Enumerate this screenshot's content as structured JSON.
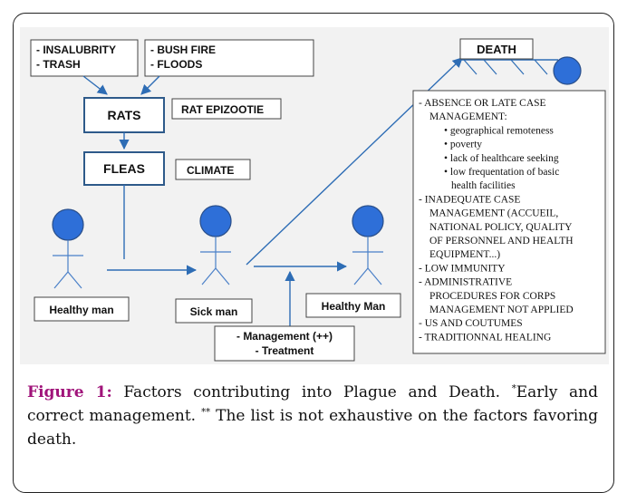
{
  "diagram": {
    "cause_left": [
      "- INSALUBRITY",
      "- TRASH"
    ],
    "cause_right": [
      "- BUSH FIRE",
      "- FLOODS"
    ],
    "rats": "RATS",
    "rat_epizootie": "RAT EPIZOOTIE",
    "fleas": "FLEAS",
    "climate": "CLIMATE",
    "death": "DEATH",
    "healthy_man_1": "Healthy man",
    "sick_man": "Sick man",
    "healthy_man_2": "Healthy Man",
    "management": [
      "- Management (++)",
      "- Treatment"
    ],
    "factors": [
      {
        "text": "- ABSENCE OR LATE CASE",
        "indent": 0
      },
      {
        "text": "MANAGEMENT:",
        "indent": 1
      },
      {
        "text": "• geographical remoteness",
        "indent": 2
      },
      {
        "text": "• poverty",
        "indent": 2
      },
      {
        "text": "• lack of healthcare seeking",
        "indent": 2
      },
      {
        "text": "• low frequentation of basic",
        "indent": 2
      },
      {
        "text": "health facilities",
        "indent": 3
      },
      {
        "text": "- INADEQUATE CASE",
        "indent": 0
      },
      {
        "text": "MANAGEMENT (ACCUEIL,",
        "indent": 1
      },
      {
        "text": "NATIONAL POLICY, QUALITY",
        "indent": 1
      },
      {
        "text": "OF PERSONNEL AND HEALTH",
        "indent": 1
      },
      {
        "text": "EQUIPMENT...)",
        "indent": 1
      },
      {
        "text": "- LOW IMMUNITY",
        "indent": 0
      },
      {
        "text": "- ADMINISTRATIVE",
        "indent": 0
      },
      {
        "text": "PROCEDURES FOR CORPS",
        "indent": 1
      },
      {
        "text": "MANAGEMENT NOT APPLIED",
        "indent": 1
      },
      {
        "text": "- US AND COUTUMES",
        "indent": 0
      },
      {
        "text": "- TRADITIONNAL HEALING",
        "indent": 0
      }
    ]
  },
  "caption": {
    "label": "Figure 1:",
    "text1": " Factors contributing into Plague and Death. ",
    "sup1": "*",
    "text2": "Early and correct management. ",
    "sup2": "**",
    "text3": " The list is not exhaustive on the factors favoring death."
  }
}
